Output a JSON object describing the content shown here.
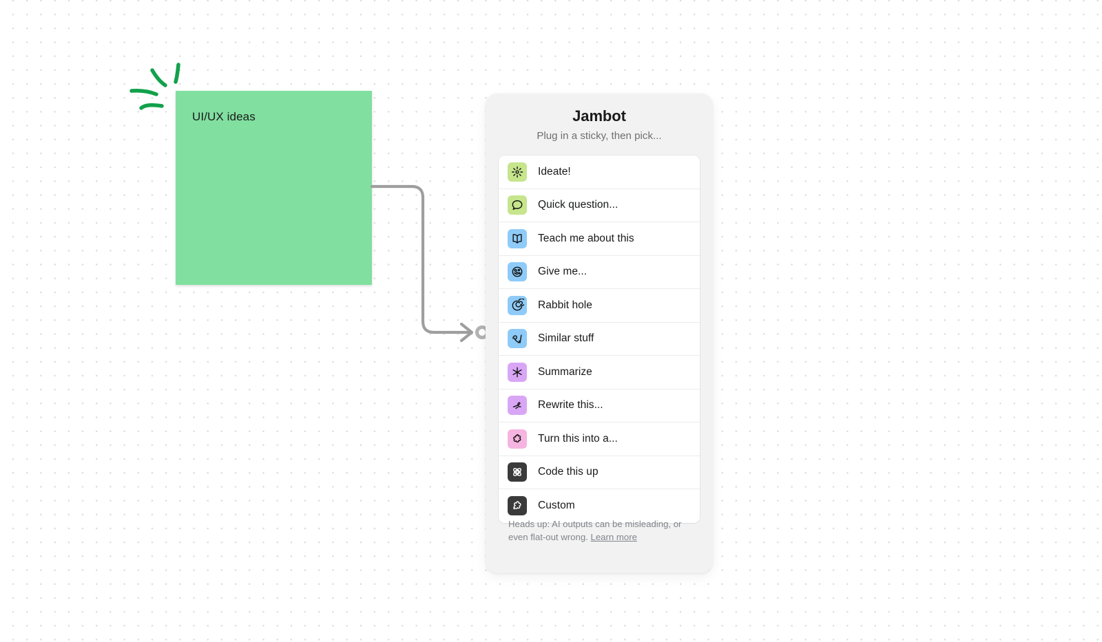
{
  "canvas": {
    "background_color": "#ffffff",
    "dot_color": "#dcdcdc"
  },
  "sticky_note": {
    "text": "UI/UX ideas",
    "color": "#81dfa0",
    "text_color": "#1b1b1b"
  },
  "decoration": {
    "sparkle_name": "sparkle-marks",
    "color": "#12a14b"
  },
  "connector": {
    "name": "connector-line",
    "color": "#9e9e9e",
    "endpoint_name": "connector-port"
  },
  "panel": {
    "title": "Jambot",
    "subtitle": "Plug in a sticky, then pick...",
    "background_color": "#f2f2f2",
    "menu": [
      {
        "label": "Ideate!",
        "icon": "sparkle-burst-icon",
        "tile_color": "#c6e58c",
        "stroke": "#121212"
      },
      {
        "label": "Quick question...",
        "icon": "speech-bubble-icon",
        "tile_color": "#c6e58c",
        "stroke": "#121212"
      },
      {
        "label": "Teach me about this",
        "icon": "open-book-icon",
        "tile_color": "#8ecbf8",
        "stroke": "#121212"
      },
      {
        "label": "Give me...",
        "icon": "brain-ball-icon",
        "tile_color": "#8ecbf8",
        "stroke": "#121212"
      },
      {
        "label": "Rabbit hole",
        "icon": "spiral-icon",
        "tile_color": "#8ecbf8",
        "stroke": "#121212"
      },
      {
        "label": "Similar stuff",
        "icon": "loop-arrow-icon",
        "tile_color": "#8ecbf8",
        "stroke": "#121212"
      },
      {
        "label": "Summarize",
        "icon": "asterisk-icon",
        "tile_color": "#d9a6f6",
        "stroke": "#121212"
      },
      {
        "label": "Rewrite this...",
        "icon": "scribble-loop-icon",
        "tile_color": "#d9a6f6",
        "stroke": "#121212"
      },
      {
        "label": "Turn this into a...",
        "icon": "flower-blob-icon",
        "tile_color": "#f6b4e0",
        "stroke": "#121212"
      },
      {
        "label": "Code this up",
        "icon": "atom-icon",
        "tile_color": "#3a3a3a",
        "stroke": "#ffffff"
      },
      {
        "label": "Custom",
        "icon": "squiggle-icon",
        "tile_color": "#3a3a3a",
        "stroke": "#ffffff"
      }
    ],
    "footer": {
      "disclaimer": "Heads up: AI outputs can be misleading, or even flat-out wrong. ",
      "link_label": "Learn more"
    }
  }
}
